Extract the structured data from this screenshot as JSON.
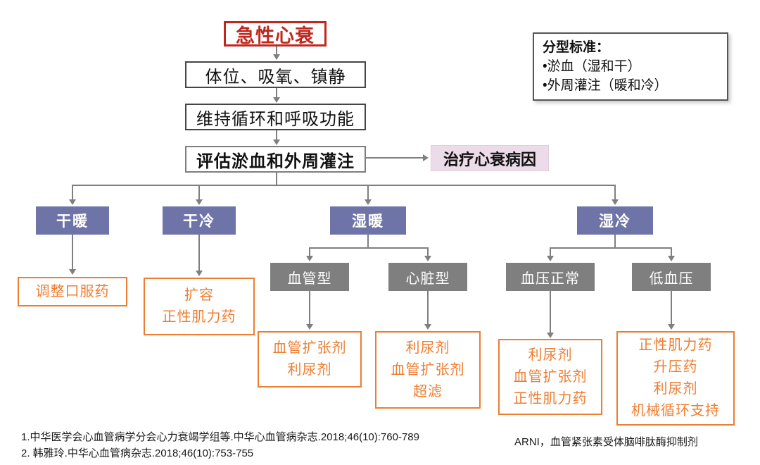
{
  "colors": {
    "title_red": "#c0281e",
    "profile_purple": "#6f74a8",
    "subtype_gray": "#7f7f7f",
    "treatment_orange": "#ed7d31",
    "cause_pink": "#ecdbe8",
    "connector_gray": "#7f7f7f"
  },
  "root_node": {
    "label": "急性心衰"
  },
  "steps": [
    {
      "label": "体位、吸氧、镇静"
    },
    {
      "label": "维持循环和呼吸功能"
    },
    {
      "label": "评估淤血和外周灌注"
    }
  ],
  "cause_node": {
    "label": "治疗心衰病因"
  },
  "criteria_box": {
    "title": "分型标准：",
    "items": [
      "•淤血（湿和干）",
      "•外周灌注（暖和冷）"
    ]
  },
  "profiles": [
    {
      "label": "干暖"
    },
    {
      "label": "干冷"
    },
    {
      "label": "湿暖"
    },
    {
      "label": "湿冷"
    }
  ],
  "subtypes": [
    {
      "label": "血管型"
    },
    {
      "label": "心脏型"
    },
    {
      "label": "血压正常"
    },
    {
      "label": "低血压"
    }
  ],
  "treatments": {
    "dry_warm": {
      "lines": [
        "调整口服药"
      ]
    },
    "dry_cold": {
      "lines": [
        "扩容",
        "正性肌力药"
      ]
    },
    "wet_warm_vascular": {
      "lines": [
        "血管扩张剂",
        "利尿剂"
      ]
    },
    "wet_warm_cardiac": {
      "lines": [
        "利尿剂",
        "血管扩张剂",
        "超滤"
      ]
    },
    "wet_cold_normal_bp": {
      "lines": [
        "利尿剂",
        "血管扩张剂",
        "正性肌力药"
      ]
    },
    "wet_cold_low_bp": {
      "lines": [
        "正性肌力药",
        "升压药",
        "利尿剂",
        "机械循环支持"
      ]
    }
  },
  "footnotes": {
    "references": [
      "1.中华医学会心血管病学分会心力衰竭学组等.中华心血管病杂志.2018;46(10):760-789",
      "2. 韩雅玲.中华心血管病杂志.2018;46(10):753-755"
    ],
    "arni": "ARNI，血管紧张素受体脑啡肽酶抑制剂"
  }
}
